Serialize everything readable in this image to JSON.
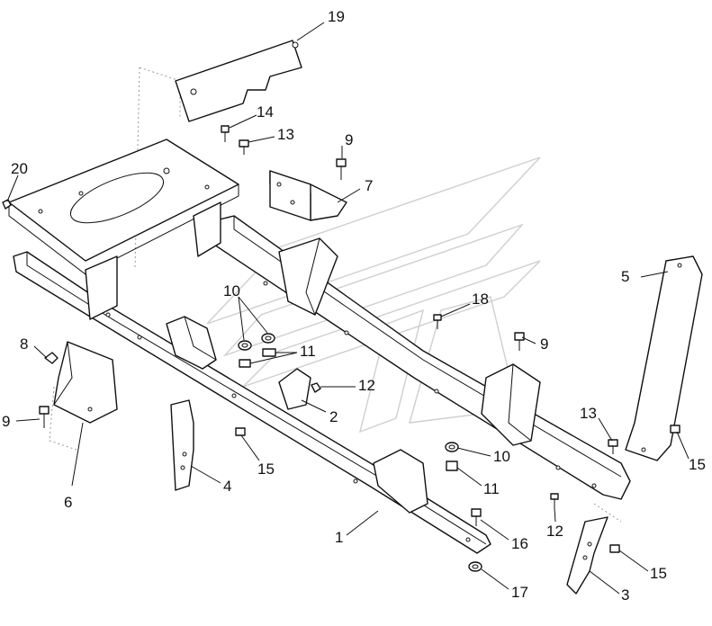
{
  "diagram": {
    "callouts": [
      {
        "id": "c19a",
        "label": "19"
      },
      {
        "id": "c14a",
        "label": "14"
      },
      {
        "id": "c13a",
        "label": "13"
      },
      {
        "id": "c9a",
        "label": "9"
      },
      {
        "id": "c7",
        "label": "7"
      },
      {
        "id": "c20",
        "label": "20"
      },
      {
        "id": "c5",
        "label": "5"
      },
      {
        "id": "c10a",
        "label": "10"
      },
      {
        "id": "c18",
        "label": "18"
      },
      {
        "id": "c11a",
        "label": "11"
      },
      {
        "id": "c9b",
        "label": "9"
      },
      {
        "id": "c8",
        "label": "8"
      },
      {
        "id": "c12a",
        "label": "12"
      },
      {
        "id": "c2",
        "label": "2"
      },
      {
        "id": "c9c",
        "label": "9"
      },
      {
        "id": "c13b",
        "label": "13"
      },
      {
        "id": "c15a",
        "label": "15"
      },
      {
        "id": "c10b",
        "label": "10"
      },
      {
        "id": "c15b",
        "label": "15"
      },
      {
        "id": "c6",
        "label": "6"
      },
      {
        "id": "c11b",
        "label": "11"
      },
      {
        "id": "c4",
        "label": "4"
      },
      {
        "id": "c1",
        "label": "1"
      },
      {
        "id": "c12b",
        "label": "12"
      },
      {
        "id": "c16",
        "label": "16"
      },
      {
        "id": "c15c",
        "label": "15"
      },
      {
        "id": "c17",
        "label": "17"
      },
      {
        "id": "c3",
        "label": "3"
      }
    ]
  }
}
